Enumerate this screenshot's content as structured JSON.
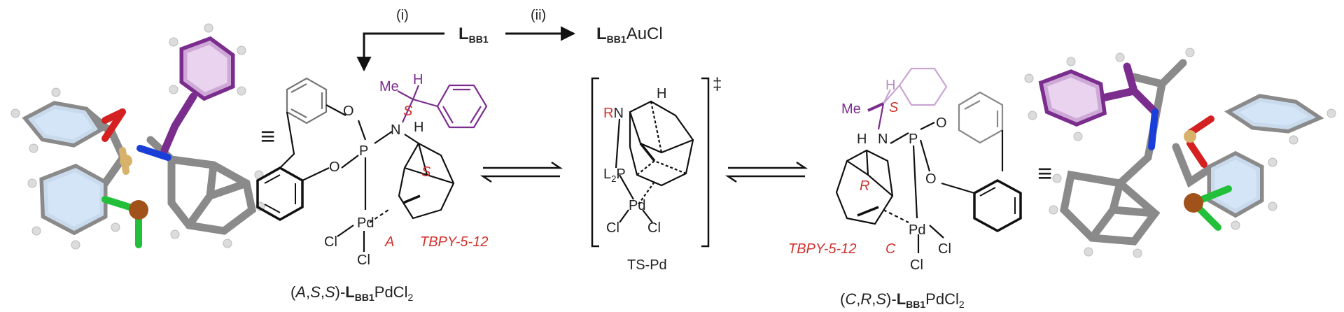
{
  "scheme": {
    "step_i": "(i)",
    "step_ii": "(ii)",
    "ligand": "L",
    "ligand_sub": "BB1",
    "gold_product": {
      "L": "L",
      "sub": "BB1",
      "rest": "AuCl"
    }
  },
  "left_complex": {
    "O1": "O",
    "O2": "O",
    "P": "P",
    "N": "N",
    "H": "H",
    "Me": "Me",
    "S_amine": "S",
    "S_ring": "S",
    "Pd": "Pd",
    "Cl1": "Cl",
    "Cl2": "Cl",
    "A": "A",
    "tbpy": "TBPY-5-12",
    "caption": {
      "pre": "(",
      "A": "A",
      "c1": ",",
      "S1": "S",
      "c2": ",",
      "S2": "S",
      "post": ")-",
      "L": "L",
      "sub": "BB1",
      "pd": "PdCl",
      "two": "2"
    }
  },
  "ts": {
    "R": "R",
    "N": "N",
    "H": "H",
    "L2": "L",
    "two": "2",
    "P": "P",
    "Pd": "Pd",
    "Cl1": "Cl",
    "Cl2": "Cl",
    "dagger": "‡",
    "label": "TS-Pd"
  },
  "right_complex": {
    "Me": "Me",
    "H_top": "H",
    "S": "S",
    "H": "H",
    "N": "N",
    "P": "P",
    "O1": "O",
    "O2": "O",
    "R": "R",
    "Pd": "Pd",
    "Cl1": "Cl",
    "Cl2": "Cl",
    "C": "C",
    "tbpy": "TBPY-5-12",
    "caption": {
      "pre": "(",
      "C": "C",
      "c1": ",",
      "R": "R",
      "c2": ",",
      "S": "S",
      "post": ")-",
      "L": "L",
      "sub": "BB1",
      "pd": "PdCl",
      "two": "2"
    }
  },
  "equiv_symbol": "≡",
  "colors": {
    "carbon": "#8a8a8a",
    "hydrogen": "#dcdcdc",
    "phosphorus": "#d8b26a",
    "oxygen": "#d42020",
    "nitrogen": "#1a3fd8",
    "palladium": "#a0521a",
    "chlorine": "#22c03a",
    "stereo_purple": "#7b2d8e",
    "descriptor_red": "#d0312d",
    "arene_fill": "#cfe2f7"
  }
}
